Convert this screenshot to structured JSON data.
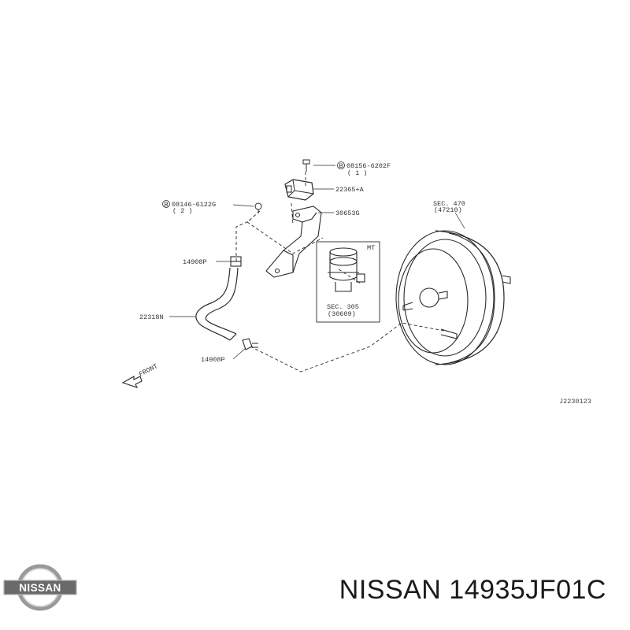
{
  "diagram": {
    "callouts": {
      "c08156": "08156-6202F",
      "c08156_qty": "( 1 )",
      "c22365": "22365+A",
      "c08146": "08146-6122G",
      "c08146_qty": "( 2 )",
      "c30653": "30653G",
      "c14908_top": "14908P",
      "c22318": "22318N",
      "c14908_bottom": "14908P",
      "sec470": "SEC. 470",
      "sec470_sub": "(47210)",
      "mt": "MT",
      "sec305": "SEC. 305",
      "sec305_sub": "(30609)",
      "front": "FRONT",
      "bolt_symbol": "B"
    },
    "reference_code": "J2230123"
  },
  "brand": {
    "logo_text": "NISSAN"
  },
  "product": {
    "title": "NISSAN 14935JF01C"
  },
  "colors": {
    "line": "#2a2a2a",
    "logo_silver": "#9a9a9a",
    "logo_band": "#6a6a6a"
  }
}
